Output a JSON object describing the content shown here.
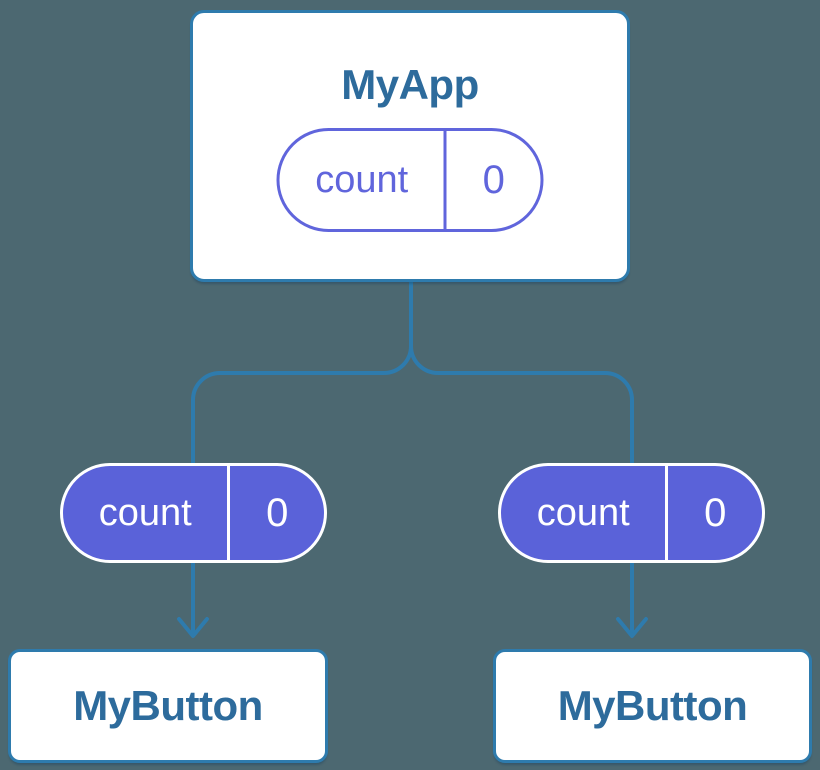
{
  "diagram": {
    "root": {
      "title": "MyApp",
      "state": {
        "name": "count",
        "value": "0"
      }
    },
    "children": [
      {
        "title": "MyButton",
        "state": {
          "name": "count",
          "value": "0"
        }
      },
      {
        "title": "MyButton",
        "state": {
          "name": "count",
          "value": "0"
        }
      }
    ]
  },
  "colors": {
    "background": "#4C6871",
    "connector": "#2E7BAD",
    "card_background": "#FFFFFF",
    "card_border": "#2E7BAD",
    "card_title": "#2D6B9C",
    "pill_outline": "#6065DC",
    "pill_fill": "#5A62D9",
    "pill_text_on_fill": "#FFFFFF"
  }
}
